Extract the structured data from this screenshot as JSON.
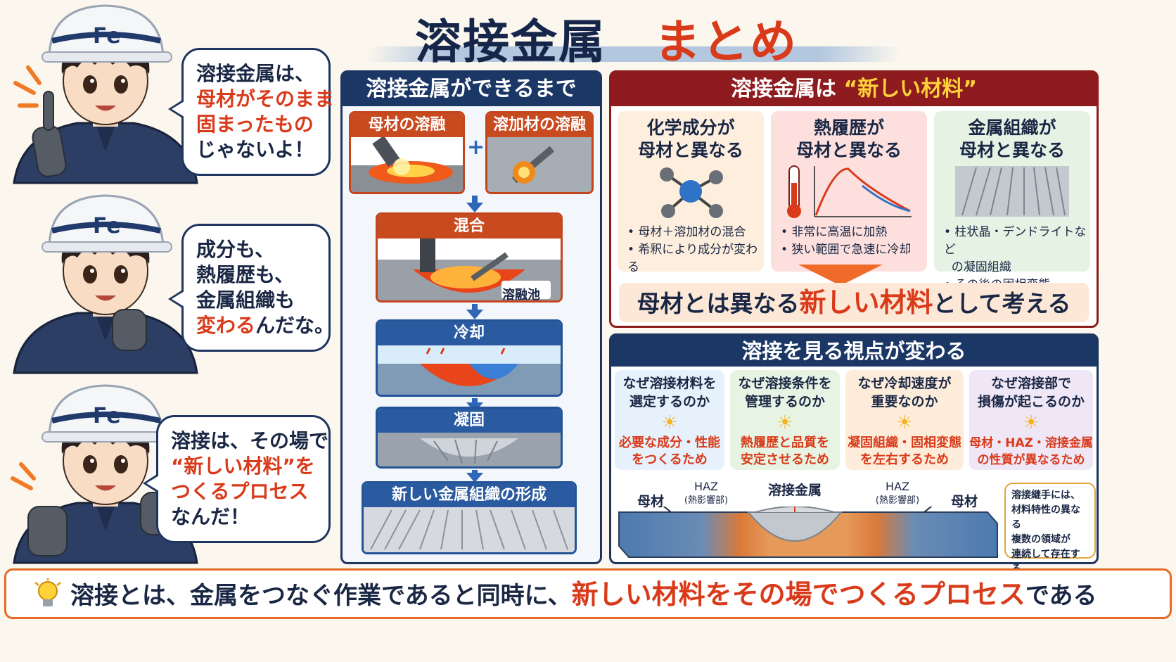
{
  "title": {
    "main": "溶接金属",
    "accent": "まとめ"
  },
  "character": {
    "helmet_text": "Fe"
  },
  "bubbles": [
    {
      "lines": [
        {
          "text": "溶接金属は、",
          "highlight": false
        },
        {
          "text": "母材がそのまま",
          "highlight": true
        },
        {
          "text": "固まったもの",
          "highlight": true
        },
        {
          "text": "じゃないよ！",
          "highlight": false
        }
      ]
    },
    {
      "lines": [
        {
          "text": "成分も、",
          "highlight": false
        },
        {
          "text": "熱履歴も、",
          "highlight": false
        },
        {
          "text": "金属組織も",
          "highlight": false
        },
        {
          "pre": "変わる",
          "post": "んだな。",
          "highlight": true
        }
      ]
    },
    {
      "lines": [
        {
          "text": "溶接は、その場で",
          "highlight": false
        },
        {
          "text": "“新しい材料”を",
          "highlight": true
        },
        {
          "text": "つくるプロセス",
          "highlight": true
        },
        {
          "text": "なんだ！",
          "highlight": false
        }
      ]
    }
  ],
  "process": {
    "title": "溶接金属ができるまで",
    "steps": {
      "melt_base": "母材の溶融",
      "melt_filler": "溶加材の溶融",
      "plus": "+",
      "mix": "混合",
      "pool_label": "溶融池",
      "cool": "冷却",
      "solidify": "凝固",
      "new_structure": "新しい金属組織の形成"
    }
  },
  "new_material": {
    "title": "溶接金属は “新しい材料”",
    "title_pre": "溶接金属は",
    "title_hl": "“新しい材料”",
    "cards": [
      {
        "title1": "化学成分が",
        "title2": "母材と異なる",
        "bullets": [
          "• 母材＋溶加材の混合",
          "• 希釈により成分が変わる"
        ],
        "bg": "#fdeedd"
      },
      {
        "title1": "熱履歴が",
        "title2": "母材と異なる",
        "bullets": [
          "• 非常に高温に加熱",
          "• 狭い範囲で急速に冷却"
        ],
        "bg": "#fde0de"
      },
      {
        "title1": "金属組織が",
        "title2": "母材と異なる",
        "bullets": [
          "• 柱状晶・デンドライトなど",
          "  の凝固組織",
          "• その後の固相変態"
        ],
        "bg": "#e5f2e4"
      }
    ],
    "conclusion": {
      "pre": "母材とは異なる",
      "hl": "新しい材料",
      "post": "として考える"
    }
  },
  "viewpoint": {
    "title": "溶接を見る視点が変わる",
    "cards": [
      {
        "q1": "なぜ溶接材料を",
        "q2": "選定するのか",
        "a1": "必要な成分・性能",
        "a2": "をつくるため",
        "bg": "#e6f1fb"
      },
      {
        "q1": "なぜ溶接条件を",
        "q2": "管理するのか",
        "a1": "熱履歴と品質を",
        "a2": "安定させるため",
        "bg": "#e8f4e3"
      },
      {
        "q1": "なぜ冷却速度が",
        "q2": "重要なのか",
        "a1": "凝固組織・固相変態",
        "a2": "を左右するため",
        "bg": "#fdecd9"
      },
      {
        "q1": "なぜ溶接部で",
        "q2": "損傷が起こるのか",
        "a1": "母材・HAZ・溶接金属",
        "a2": "の性質が異なるため",
        "bg": "#efe6f6"
      }
    ],
    "zones": {
      "base_left": "母材",
      "haz_left": "HAZ",
      "haz_left_sub": "(熱影響部)",
      "weld": "溶接金属",
      "haz_right": "HAZ",
      "haz_right_sub": "(熱影響部)",
      "base_right": "母材"
    },
    "note_lines": [
      "溶接継手には、",
      "材料特性の異なる",
      "複数の領域が",
      "連続して存在する"
    ]
  },
  "bottom": {
    "pre": "溶接とは、金属をつなぐ作業であると同時に、",
    "hl": "新しい材料をその場でつくるプロセス",
    "post": "である"
  },
  "colors": {
    "navy": "#1b3766",
    "accent_red": "#d93a1a",
    "orange": "#e46a25",
    "maroon": "#8e1b1e"
  }
}
